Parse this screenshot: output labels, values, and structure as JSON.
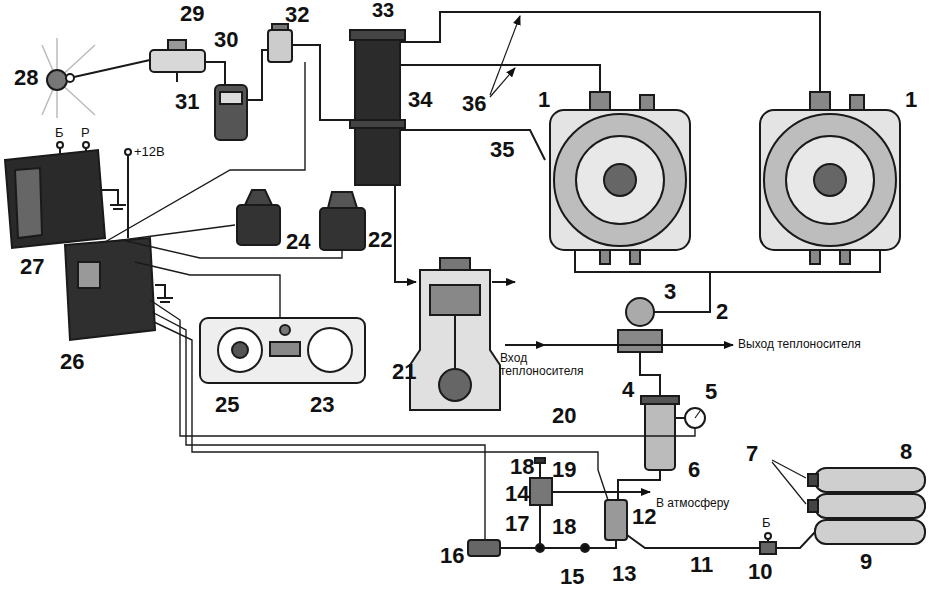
{
  "diagram": {
    "labels": [
      "33",
      "29",
      "28",
      "30",
      "32",
      "31",
      "36",
      "34",
      "1",
      "1",
      "35",
      "Б",
      "Р",
      "+12В",
      "27",
      "26",
      "24",
      "22",
      "21",
      "3",
      "2",
      "Вход теплоносителя",
      "Выход теплоносителя",
      "25",
      "23",
      "20",
      "4",
      "5",
      "6",
      "19",
      "В атмосферу",
      "7",
      "8",
      "18",
      "14",
      "18",
      "12",
      "17",
      "16",
      "13",
      "15",
      "11",
      "Б",
      "10",
      "9"
    ]
  }
}
